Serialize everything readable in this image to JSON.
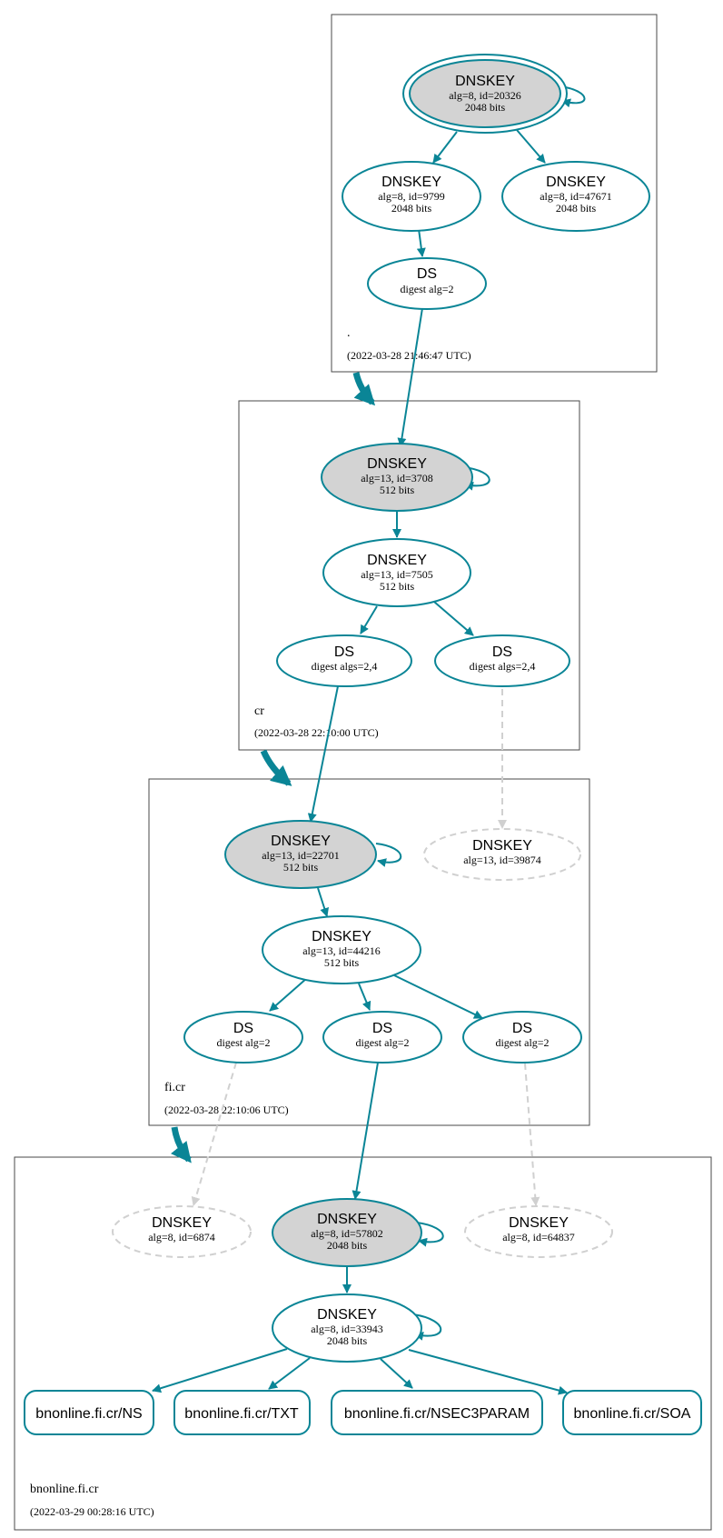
{
  "colors": {
    "edge": "#0a8596",
    "ksk_fill": "#d3d3d3",
    "missing": "#d0d0d0",
    "zone_border": "#4a4a4a"
  },
  "zones": {
    "root": {
      "name": ".",
      "date": "(2022-03-28 21:46:47 UTC)"
    },
    "cr": {
      "name": "cr",
      "date": "(2022-03-28 22:10:00 UTC)"
    },
    "ficr": {
      "name": "fi.cr",
      "date": "(2022-03-28 22:10:06 UTC)"
    },
    "bnonline": {
      "name": "bnonline.fi.cr",
      "date": "(2022-03-29 00:28:16 UTC)"
    }
  },
  "nodes": {
    "root_ksk": {
      "title": "DNSKEY",
      "line1": "alg=8, id=20326",
      "line2": "2048 bits"
    },
    "root_zsk1": {
      "title": "DNSKEY",
      "line1": "alg=8, id=9799",
      "line2": "2048 bits"
    },
    "root_zsk2": {
      "title": "DNSKEY",
      "line1": "alg=8, id=47671",
      "line2": "2048 bits"
    },
    "root_ds": {
      "title": "DS",
      "line1": "digest alg=2"
    },
    "cr_ksk": {
      "title": "DNSKEY",
      "line1": "alg=13, id=3708",
      "line2": "512 bits"
    },
    "cr_zsk": {
      "title": "DNSKEY",
      "line1": "alg=13, id=7505",
      "line2": "512 bits"
    },
    "cr_ds1": {
      "title": "DS",
      "line1": "digest algs=2,4"
    },
    "cr_ds2": {
      "title": "DS",
      "line1": "digest algs=2,4"
    },
    "ficr_ksk": {
      "title": "DNSKEY",
      "line1": "alg=13, id=22701",
      "line2": "512 bits"
    },
    "ficr_missing": {
      "title": "DNSKEY",
      "line1": "alg=13, id=39874"
    },
    "ficr_zsk": {
      "title": "DNSKEY",
      "line1": "alg=13, id=44216",
      "line2": "512 bits"
    },
    "ficr_ds1": {
      "title": "DS",
      "line1": "digest alg=2"
    },
    "ficr_ds2": {
      "title": "DS",
      "line1": "digest alg=2"
    },
    "ficr_ds3": {
      "title": "DS",
      "line1": "digest alg=2"
    },
    "bn_missing1": {
      "title": "DNSKEY",
      "line1": "alg=8, id=6874"
    },
    "bn_ksk": {
      "title": "DNSKEY",
      "line1": "alg=8, id=57802",
      "line2": "2048 bits"
    },
    "bn_missing2": {
      "title": "DNSKEY",
      "line1": "alg=8, id=64837"
    },
    "bn_zsk": {
      "title": "DNSKEY",
      "line1": "alg=8, id=33943",
      "line2": "2048 bits"
    }
  },
  "rrsets": {
    "ns": "bnonline.fi.cr/NS",
    "txt": "bnonline.fi.cr/TXT",
    "nsec3param": "bnonline.fi.cr/NSEC3PARAM",
    "soa": "bnonline.fi.cr/SOA"
  }
}
